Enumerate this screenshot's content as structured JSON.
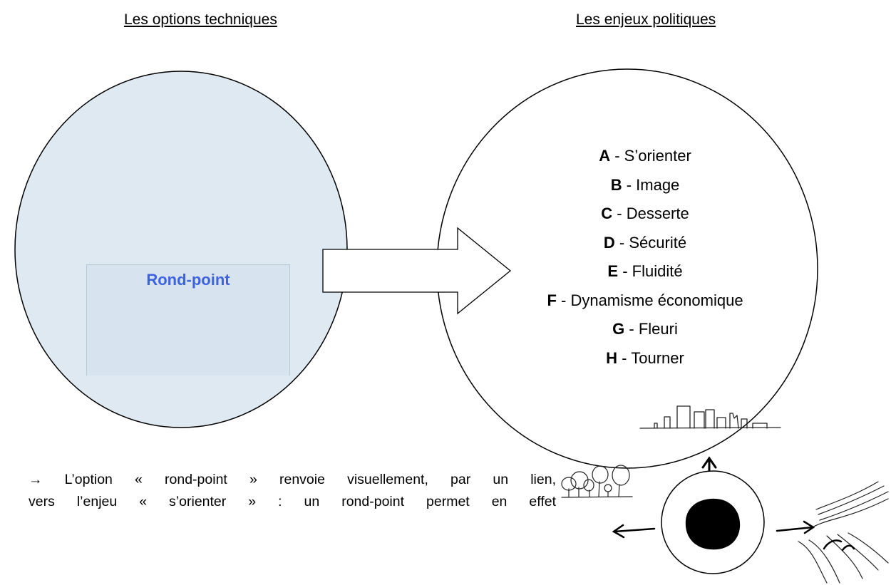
{
  "headings": {
    "left": "Les options techniques",
    "right": "Les enjeux politiques"
  },
  "option": {
    "label": "Rond-point"
  },
  "stakes": [
    {
      "letter": "A",
      "sep": " - ",
      "label": "S’orienter"
    },
    {
      "letter": "B",
      "sep": " - ",
      "label": "Image"
    },
    {
      "letter": "C",
      "sep": " - ",
      "label": "Desserte"
    },
    {
      "letter": "D",
      "sep": " - ",
      "label": "Sécurité"
    },
    {
      "letter": "E",
      "sep": " - ",
      "label": "Fluidité"
    },
    {
      "letter": "F",
      "sep": " - ",
      "label": "Dynamisme économique"
    },
    {
      "letter": "G",
      "sep": " - ",
      "label": "Fleuri"
    },
    {
      "letter": "H",
      "sep": " - ",
      "label": "Tourner"
    }
  ],
  "footnote": {
    "line1": "→ L’option « rond-point » renvoie visuellement, par un lien,",
    "line2": "vers l’enjeu « s’orienter » : un rond-point permet en effet"
  },
  "colors": {
    "option_fill": "#dfe9f2",
    "option_box": "#d7e3ee",
    "option_text": "#3d63e0"
  },
  "sketch": {
    "icons": [
      "city-skyline-icon",
      "trees-icon",
      "roundabout-icon",
      "river-icon"
    ]
  }
}
